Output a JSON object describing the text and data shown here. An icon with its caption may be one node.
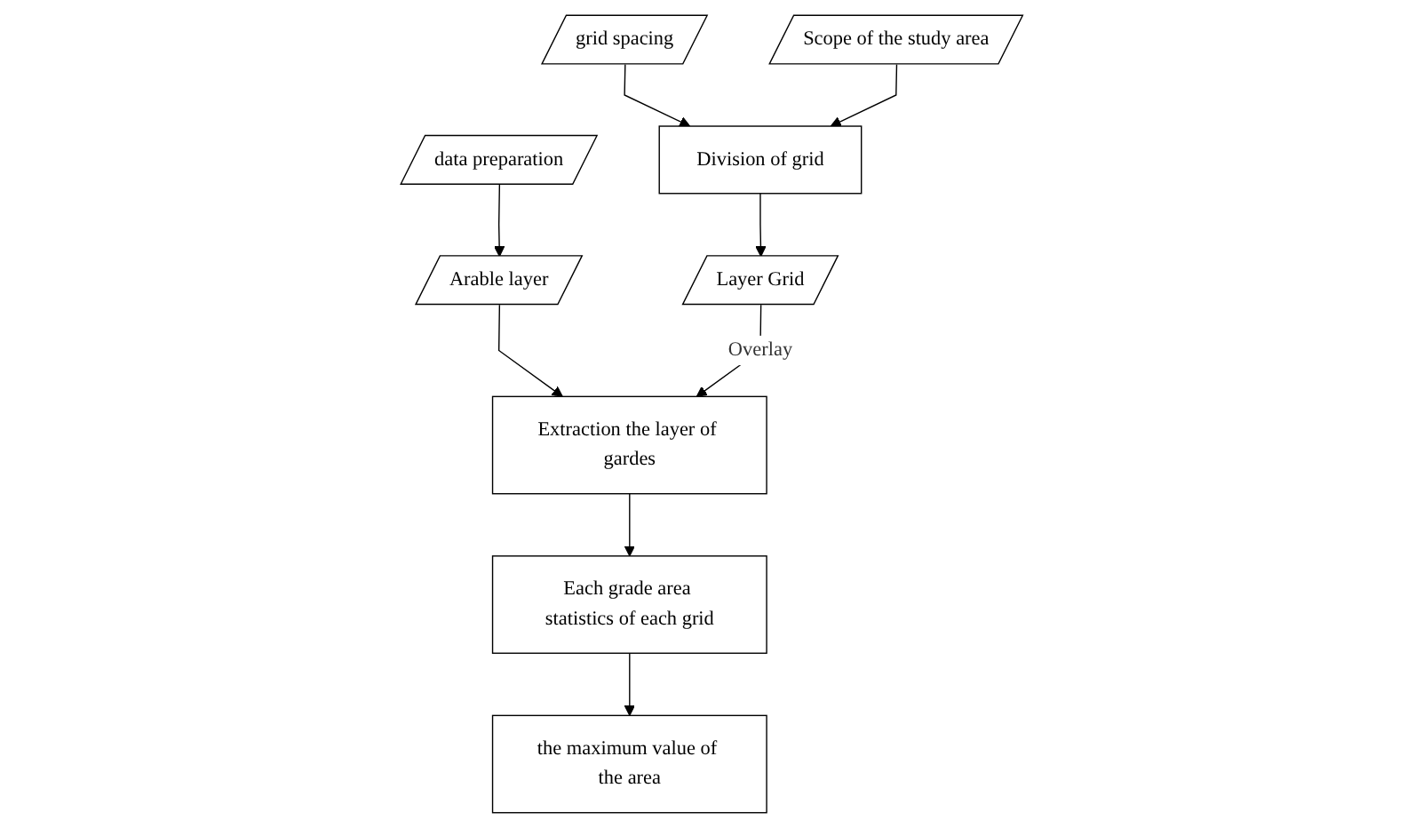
{
  "diagram": {
    "nodes": [
      {
        "text": [
          "data preparation"
        ]
      },
      {
        "text": [
          "Arable layer"
        ]
      },
      {
        "text": [
          "Extraction the layer of gardes"
        ]
      },
      {
        "text": [
          "Each grade area statistics of each grid"
        ]
      },
      {
        "text": [
          "the maximum value of the area"
        ]
      },
      {
        "text": [
          "grid spacing"
        ]
      },
      {
        "text": [
          "Scope of the study area"
        ]
      },
      {
        "text": [
          "Division of grid"
        ]
      },
      {
        "text": [
          "Layer Grid"
        ]
      }
    ],
    "edges": [
      {
        "from": 0,
        "to": 1,
        "arrow": "to"
      },
      {
        "from": 1,
        "to": 2,
        "arrow": "to"
      },
      {
        "from": 2,
        "to": 3,
        "arrow": "to"
      },
      {
        "from": 3,
        "to": 4,
        "arrow": "to"
      },
      {
        "from": 5,
        "to": 7,
        "arrow": "to"
      },
      {
        "from": 6,
        "to": 7,
        "arrow": "to"
      },
      {
        "from": 7,
        "to": 8,
        "arrow": "to"
      },
      {
        "from": 8,
        "to": 2,
        "arrow": "to",
        "label": "Overlay"
      }
    ]
  }
}
